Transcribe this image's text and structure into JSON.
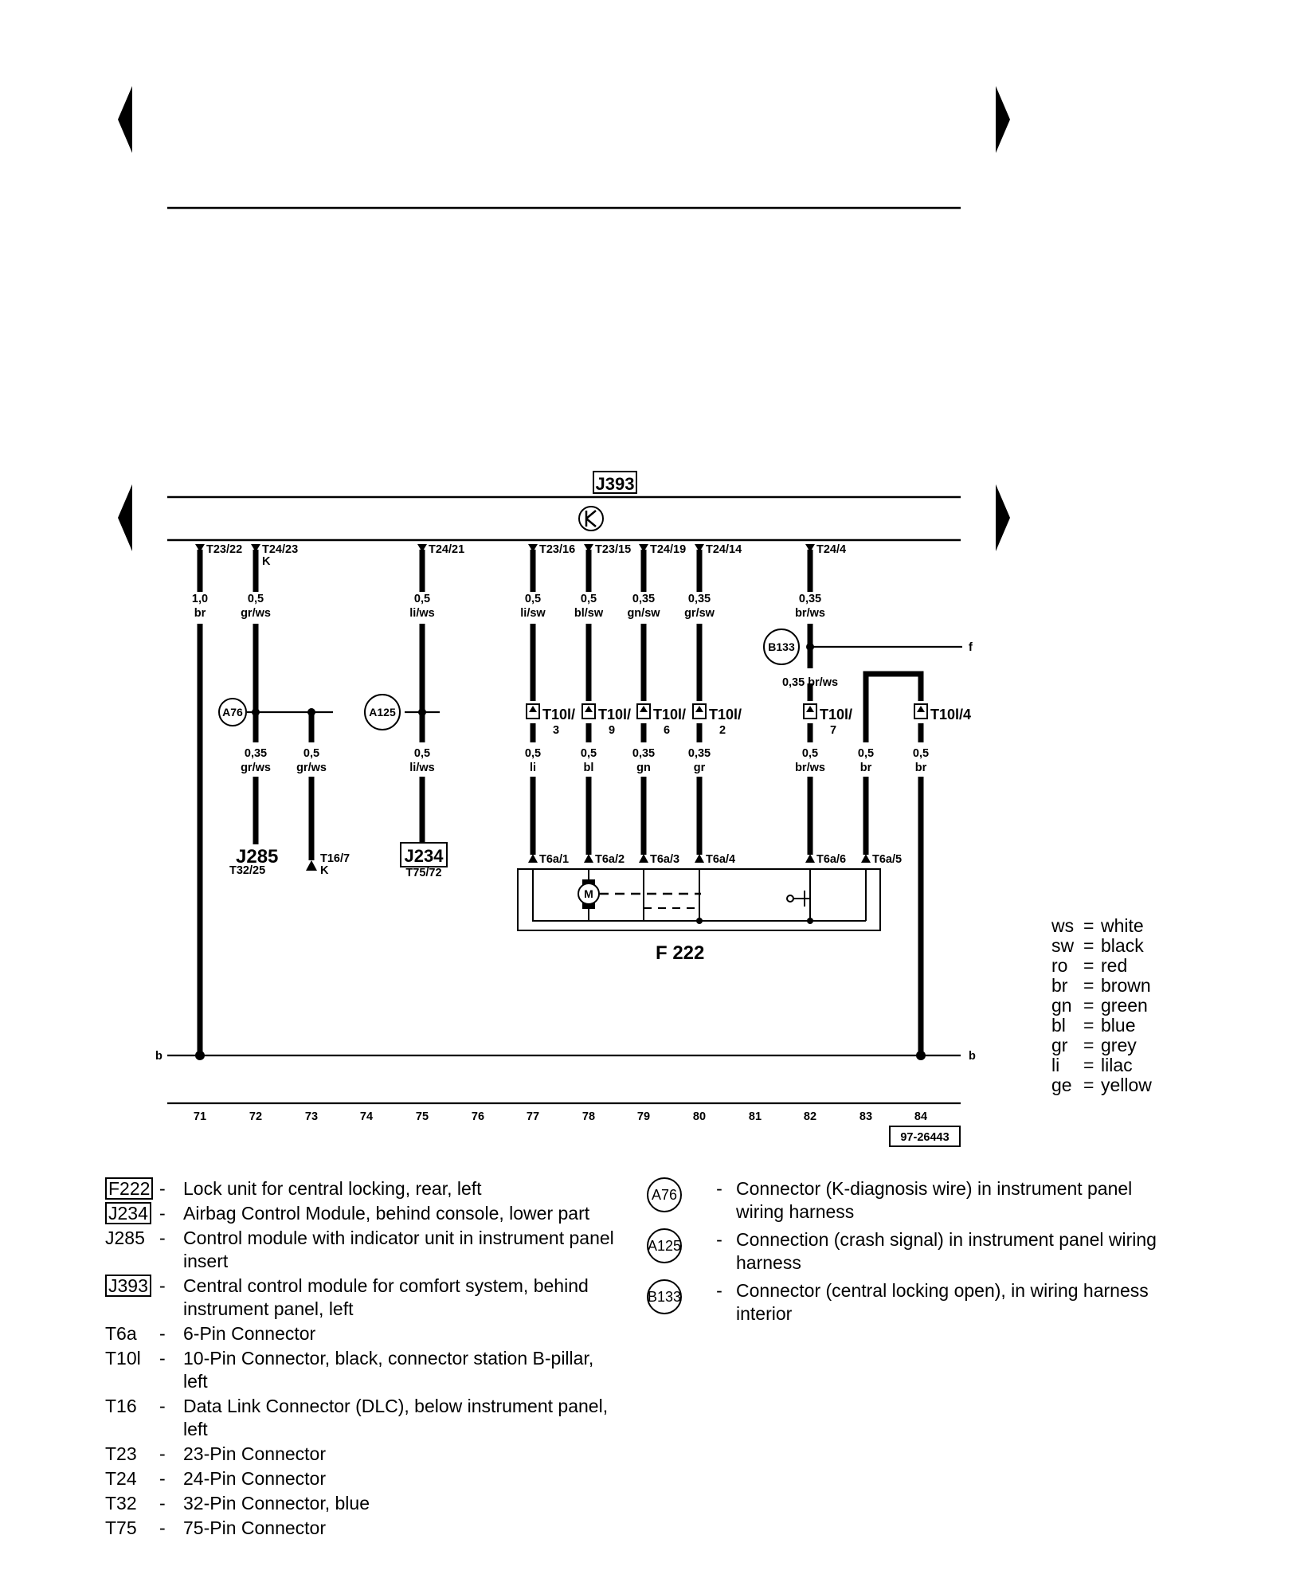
{
  "module_top": "J393",
  "nav": {
    "prev_icon": "arrow-left-icon",
    "next_icon": "arrow-right-icon"
  },
  "pins_top": [
    {
      "id": "p71",
      "label": "T23/22",
      "sub": ""
    },
    {
      "id": "p72",
      "label": "T24/23",
      "sub": "K"
    },
    {
      "id": "p75",
      "label": "T24/21",
      "sub": ""
    },
    {
      "id": "p77",
      "label": "T23/16",
      "sub": ""
    },
    {
      "id": "p78",
      "label": "T23/15",
      "sub": ""
    },
    {
      "id": "p79",
      "label": "T24/19",
      "sub": ""
    },
    {
      "id": "p80",
      "label": "T24/14",
      "sub": ""
    },
    {
      "id": "p82",
      "label": "T24/4",
      "sub": ""
    }
  ],
  "wires_upper": [
    {
      "size": "1,0",
      "color": "br"
    },
    {
      "size": "0,5",
      "color": "gr/ws"
    },
    {
      "size": "0,5",
      "color": "li/ws"
    },
    {
      "size": "0,5",
      "color": "li/sw"
    },
    {
      "size": "0,5",
      "color": "bl/sw"
    },
    {
      "size": "0,35",
      "color": "gn/sw"
    },
    {
      "size": "0,35",
      "color": "gr/sw"
    },
    {
      "size": "0,35",
      "color": "br/ws"
    }
  ],
  "b133_wire": "0,35 br/ws",
  "branch_f": "f",
  "circles": {
    "a76": "A76",
    "a125": "A125",
    "b133": "B133"
  },
  "t10l": [
    {
      "label": "T10l/",
      "sub": "3"
    },
    {
      "label": "T10l/",
      "sub": "9"
    },
    {
      "label": "T10l/",
      "sub": "6"
    },
    {
      "label": "T10l/",
      "sub": "2"
    },
    {
      "label": "T10l/",
      "sub": "7"
    },
    {
      "label": "T10l/4",
      "sub": ""
    }
  ],
  "wires_lower": [
    {
      "size": "0,35",
      "color": "gr/ws"
    },
    {
      "size": "0,5",
      "color": "gr/ws"
    },
    {
      "size": "0,5",
      "color": "li/ws"
    },
    {
      "size": "0,5",
      "color": "li"
    },
    {
      "size": "0,5",
      "color": "bl"
    },
    {
      "size": "0,35",
      "color": "gn"
    },
    {
      "size": "0,35",
      "color": "gr"
    },
    {
      "size": "0,5",
      "color": "br/ws"
    },
    {
      "size": "0,5",
      "color": "br"
    },
    {
      "size": "0,5",
      "color": "br"
    }
  ],
  "ends": {
    "j285": "J285",
    "j285_pin": "T32/25",
    "t16": "T16/7",
    "t16_sub": "K",
    "j234": "J234",
    "j234_pin": "T75/72"
  },
  "t6a": [
    "T6a/1",
    "T6a/2",
    "T6a/3",
    "T6a/4",
    "T6a/6",
    "T6a/5"
  ],
  "motor": "M",
  "component": "F 222",
  "ground_label": "b",
  "tracks": [
    "71",
    "72",
    "73",
    "74",
    "75",
    "76",
    "77",
    "78",
    "79",
    "80",
    "81",
    "82",
    "83",
    "84"
  ],
  "image_id": "97-26443",
  "colour_key": [
    {
      "abbr": "ws",
      "name": "white"
    },
    {
      "abbr": "sw",
      "name": "black"
    },
    {
      "abbr": "ro",
      "name": "red"
    },
    {
      "abbr": "br",
      "name": "brown"
    },
    {
      "abbr": "gn",
      "name": "green"
    },
    {
      "abbr": "bl",
      "name": "blue"
    },
    {
      "abbr": "gr",
      "name": "grey"
    },
    {
      "abbr": "li",
      "name": "lilac"
    },
    {
      "abbr": "ge",
      "name": "yellow"
    }
  ],
  "legend_left": [
    {
      "code": "F222",
      "desc": "Lock unit for central locking, rear, left"
    },
    {
      "code": "J234",
      "desc": "Airbag Control Module, behind console, lower part"
    },
    {
      "code": "J285",
      "desc": "Control module with indicator unit in instrument panel insert"
    },
    {
      "code": "J393",
      "desc": "Central control module for comfort system, behind instrument panel, left"
    },
    {
      "code": "T6a",
      "desc": "6-Pin Connector"
    },
    {
      "code": "T10l",
      "desc": "10-Pin Connector, black, connector station B-pillar, left"
    },
    {
      "code": "T16",
      "desc": "Data Link Connector (DLC), below instrument panel, left"
    },
    {
      "code": "T23",
      "desc": "23-Pin Connector"
    },
    {
      "code": "T24",
      "desc": "24-Pin Connector"
    },
    {
      "code": "T32",
      "desc": "32-Pin Connector, blue"
    },
    {
      "code": "T75",
      "desc": "75-Pin Connector"
    }
  ],
  "legend_right": [
    {
      "code": "A76",
      "desc": "Connector (K-diagnosis wire) in instrument panel wiring harness"
    },
    {
      "code": "A125",
      "desc": "Connection (crash signal) in instrument panel wiring harness"
    },
    {
      "code": "B133",
      "desc": "Connector (central locking open), in wiring harness interior"
    }
  ]
}
